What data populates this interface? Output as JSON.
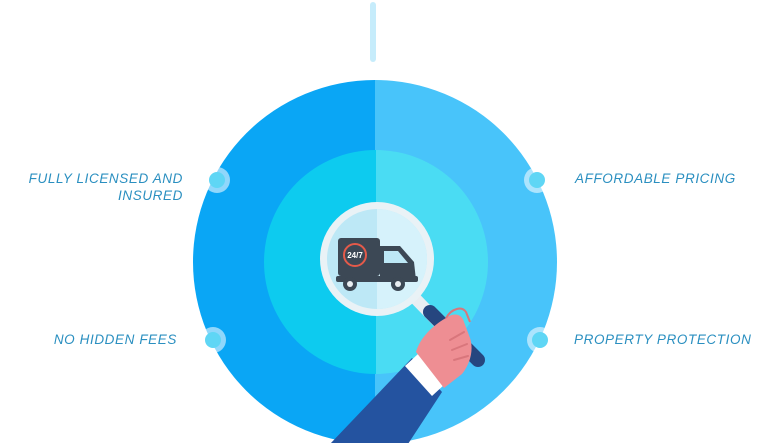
{
  "features": {
    "left_top": "FULLY LICENSED AND INSURED",
    "left_bottom": "NO HIDDEN FEES",
    "right_top": "AFFORDABLE PRICING",
    "right_bottom": "PROPERTY PROTECTION"
  },
  "badge": {
    "text": "24/7"
  },
  "colors": {
    "outer_left": "#0aa6f5",
    "outer_right": "#48c4fa",
    "inner_left": "#0dcbef",
    "inner_right": "#4adcf3",
    "label": "#2a8fc0",
    "sleeve": "#2453a0",
    "hand": "#ee8e93",
    "truck": "#3c4855"
  },
  "icons": [
    "truck-icon",
    "magnifier-icon",
    "hand-icon"
  ]
}
